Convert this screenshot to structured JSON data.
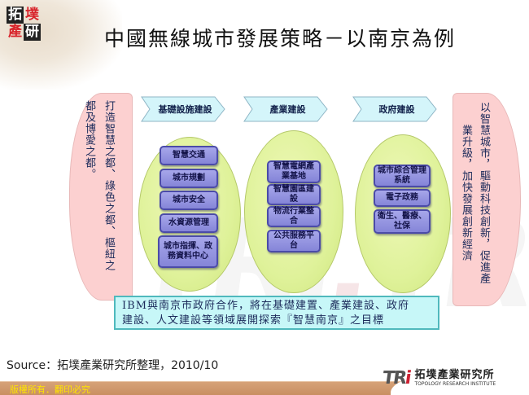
{
  "header": {
    "logo_chars": [
      "拓",
      "墣",
      "產",
      "研"
    ],
    "title": "中國無線城市發展策略－以南京為例"
  },
  "left_panel": {
    "columns": [
      "打造智慧之都、綠色之都、樞紐之",
      "都及博愛之都。"
    ]
  },
  "right_panel": {
    "columns": [
      "以智慧城市，驅動科技創新，促進產",
      "業升級，加快發展創新經濟"
    ]
  },
  "stages": [
    {
      "label": "基礎設施建設",
      "items": [
        "智慧交通",
        "城市規劃",
        "城市安全",
        "水資源管理",
        "城市指揮、政務資料中心"
      ]
    },
    {
      "label": "產業建設",
      "items": [
        "智慧電網產業基地",
        "智慧園區建設",
        "物流行業整合",
        "公共服務平台"
      ]
    },
    {
      "label": "政府建設",
      "items": [
        "城市綜合管理系統",
        "電子政務",
        "衛生、醫療、社保"
      ]
    }
  ],
  "note": {
    "line1": "IBM與南京市政府合作，將在基礎建置、產業建設、政府",
    "line2": "建設、人文建設等領域展開探索『智慧南京』之目標"
  },
  "source": "Source：拓墣產業研究所整理，2010/10",
  "footer": {
    "copyright": "版權所有．翻印必究",
    "brand_mark": "TRi",
    "brand_cn": "拓墣產業研究所",
    "brand_en": "TOPOLOGY RESEARCH INSTITUTE"
  },
  "colors": {
    "chevron_fill": "#d4f5fa",
    "ellipse_fill": "#dff29a",
    "box_fill": "#9a9ae4",
    "side_panel_fill": "#fcd0d0",
    "note_fill": "#c7f7f8",
    "footer_text": "#ffe500"
  }
}
